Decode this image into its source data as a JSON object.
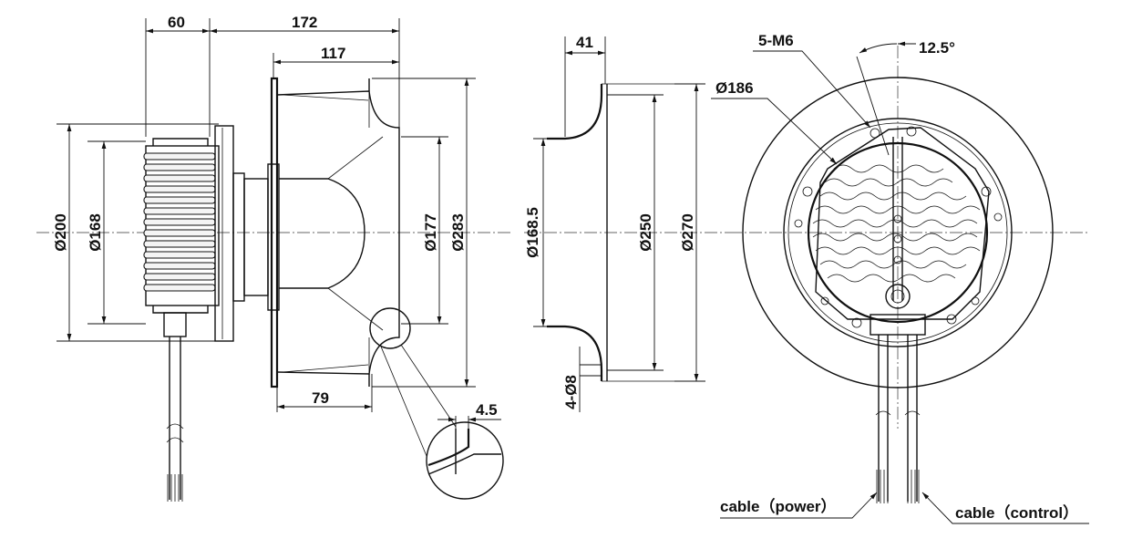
{
  "dimensions": {
    "d_60": "60",
    "d_172": "172",
    "d_117": "117",
    "d_79": "79",
    "d_4_5": "4.5",
    "d_41": "41",
    "d_o200": "Ø200",
    "d_o168": "Ø168",
    "d_o177": "Ø177",
    "d_o283": "Ø283",
    "d_o168_5": "Ø168.5",
    "d_o250": "Ø250",
    "d_o270": "Ø270",
    "d_4o8": "4-Ø8",
    "d_5m6": "5-M6",
    "d_12_5": "12.5°",
    "d_o186": "Ø186"
  },
  "callouts": {
    "cable_power": "cable（power）",
    "cable_control": "cable（control）"
  }
}
